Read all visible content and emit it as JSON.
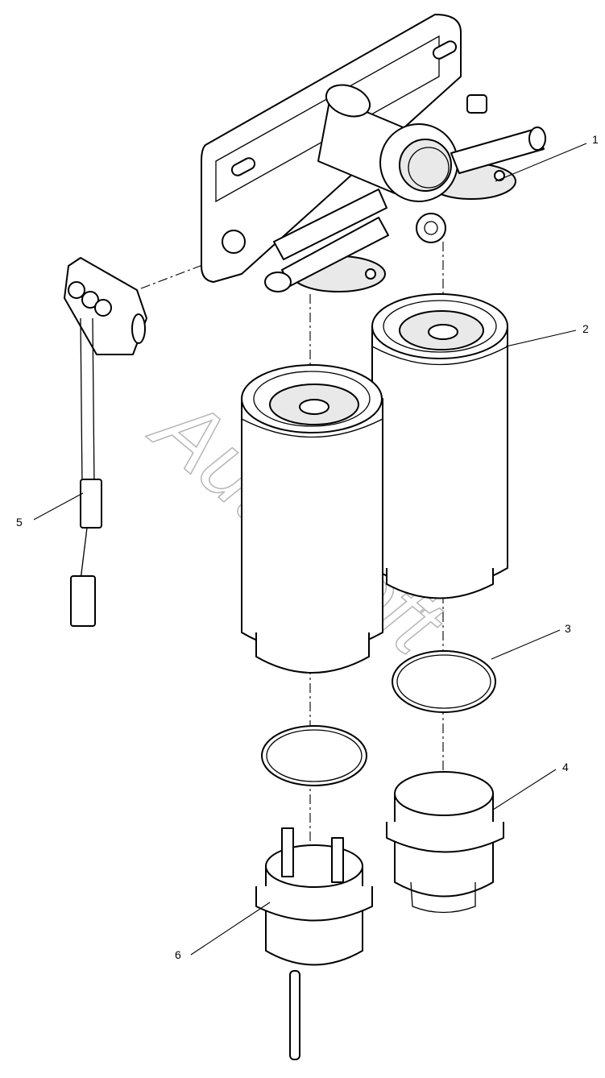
{
  "watermark": "AutoSoft",
  "callouts": [
    {
      "id": "1",
      "label": "1"
    },
    {
      "id": "2",
      "label": "2"
    },
    {
      "id": "3",
      "label": "3"
    },
    {
      "id": "4",
      "label": "4"
    },
    {
      "id": "5",
      "label": "5"
    },
    {
      "id": "6",
      "label": "6"
    }
  ],
  "colors": {
    "line": "#000000",
    "watermark": "#b5b5b5",
    "background": "#ffffff"
  }
}
